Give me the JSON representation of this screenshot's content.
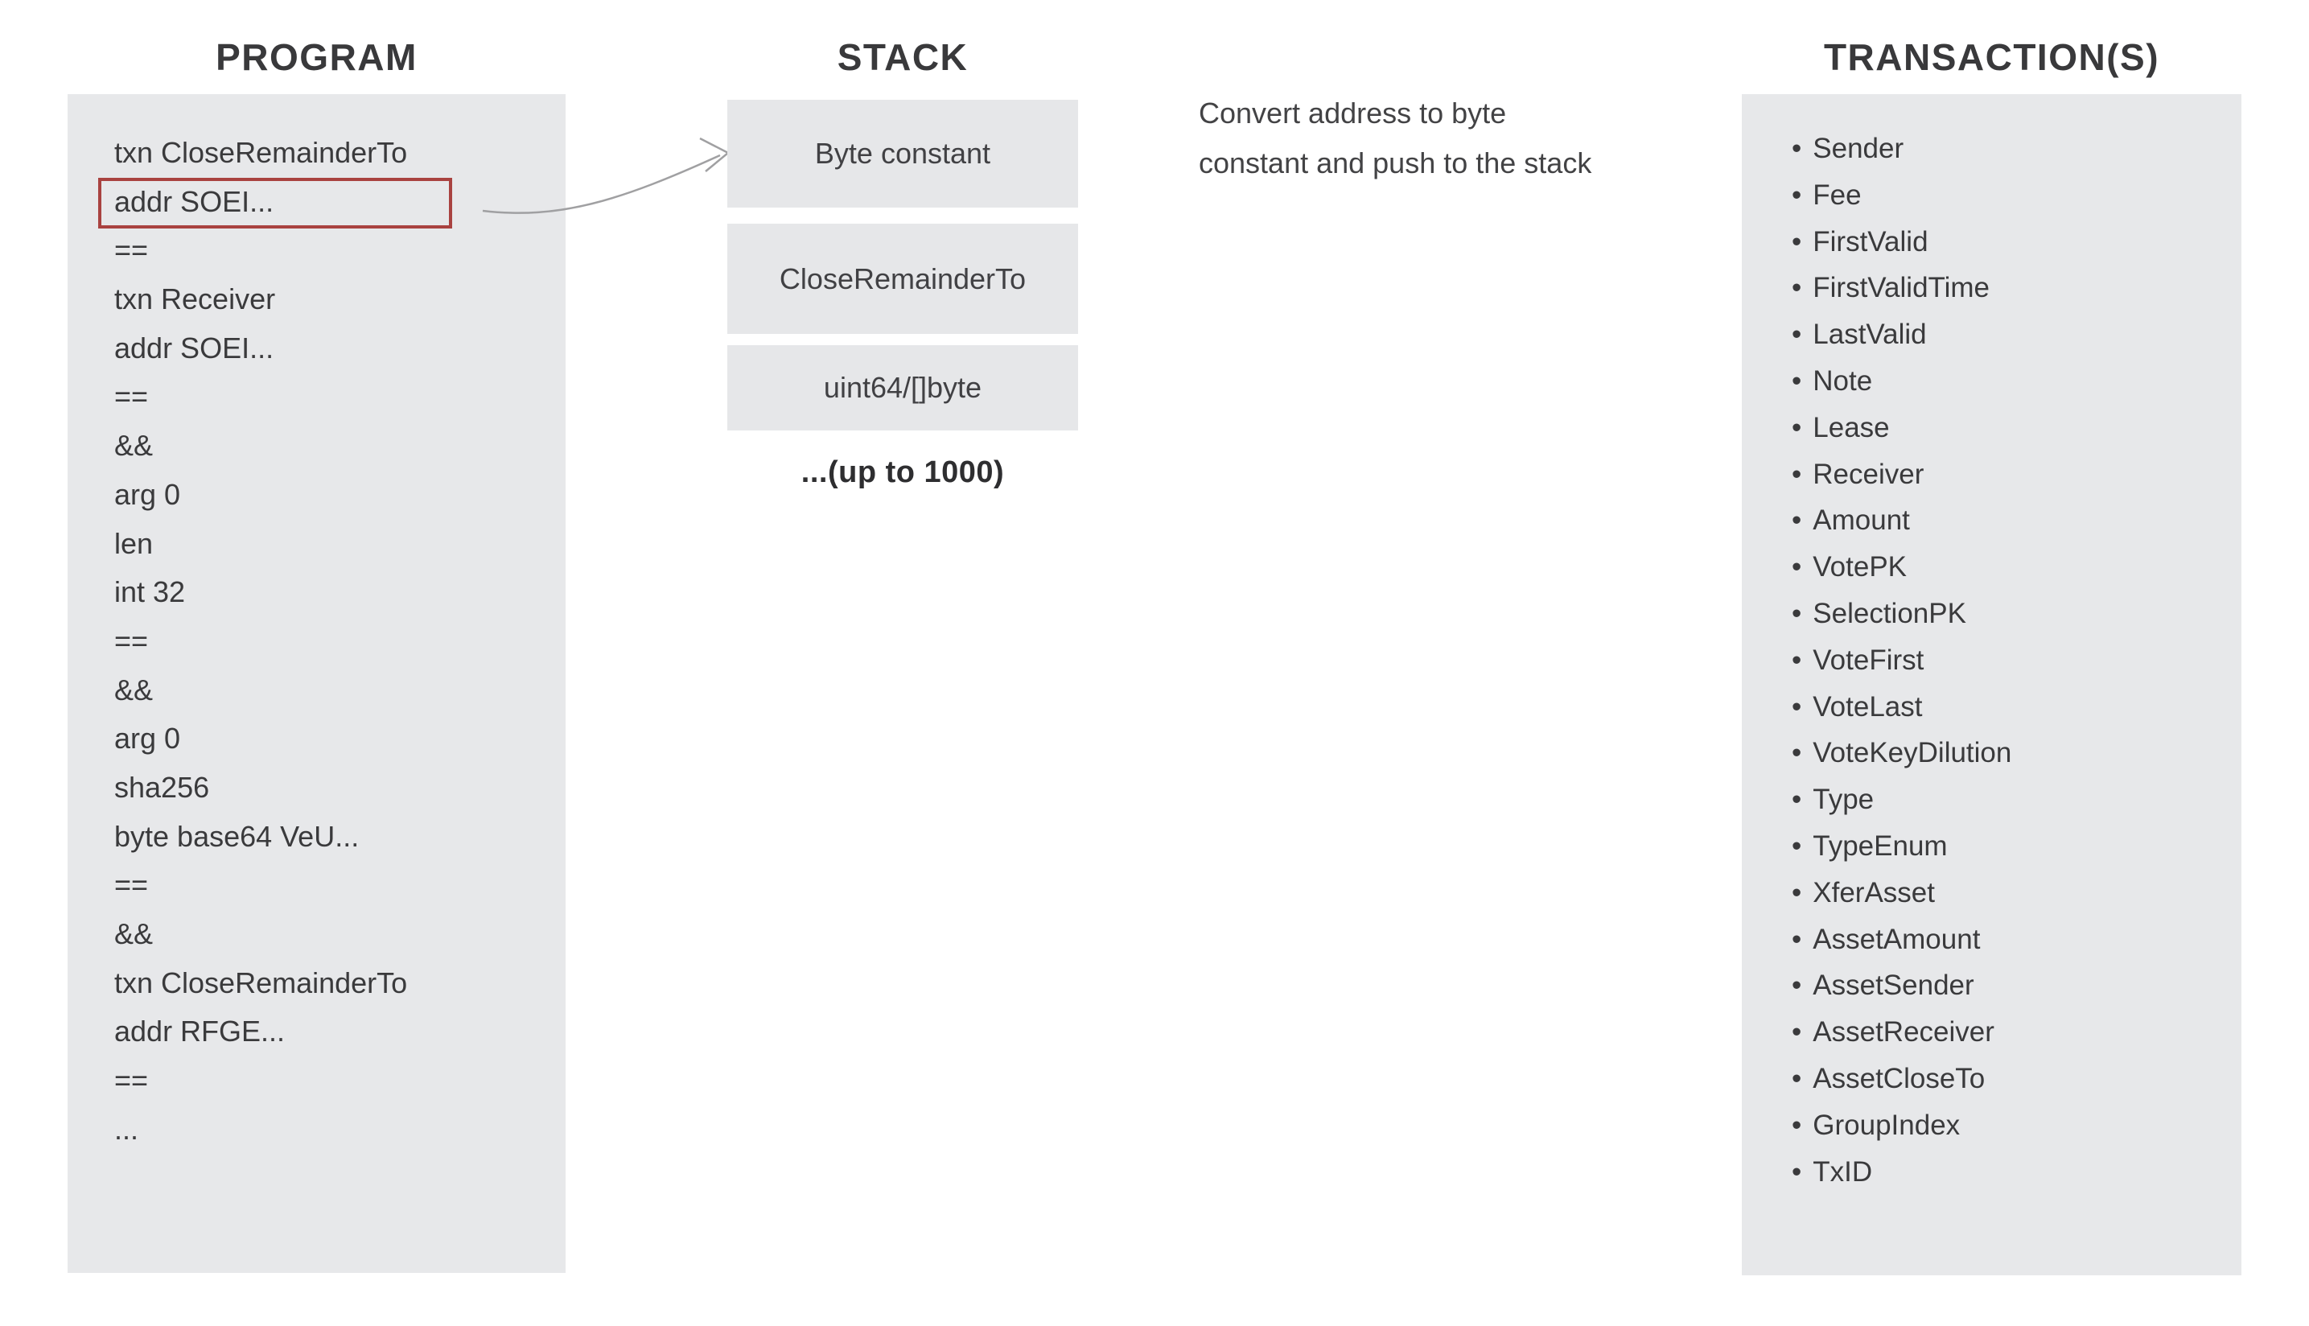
{
  "colors": {
    "background": "#ffffff",
    "panel_bg": "#e7e8ea",
    "text": "#3a3a3c",
    "title": "#39393b",
    "highlight_border": "#a94240",
    "arrow": "#a0a0a2"
  },
  "program": {
    "title": "PROGRAM",
    "highlight_index": 1,
    "lines": [
      "txn CloseRemainderTo",
      "addr SOEI...",
      "==",
      "txn Receiver",
      "addr SOEI...",
      "==",
      "&&",
      "arg 0",
      "len",
      "int 32",
      "==",
      "&&",
      "arg 0",
      "sha256",
      "byte base64 VeU...",
      "==",
      "&&",
      "txn CloseRemainderTo",
      "addr RFGE...",
      "==",
      "..."
    ]
  },
  "stack": {
    "title": "STACK",
    "boxes": [
      "Byte constant",
      "CloseRemainderTo",
      "uint64/[]byte"
    ],
    "note": "...(up to 1000)"
  },
  "annotation": {
    "line1": "Convert address to byte",
    "line2": "constant and push to the stack"
  },
  "transactions": {
    "title": "TRANSACTION(S)",
    "items": [
      "Sender",
      "Fee",
      "FirstValid",
      "FirstValidTime",
      "LastValid",
      "Note",
      "Lease",
      "Receiver",
      "Amount",
      "VotePK",
      "SelectionPK",
      "VoteFirst",
      "VoteLast",
      "VoteKeyDilution",
      "Type",
      "TypeEnum",
      "XferAsset",
      "AssetAmount",
      "AssetSender",
      "AssetReceiver",
      "AssetCloseTo",
      "GroupIndex",
      "TxID"
    ]
  }
}
